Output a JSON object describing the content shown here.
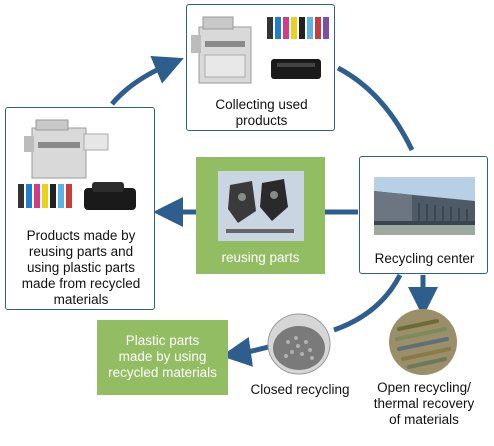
{
  "nodes": {
    "collecting": {
      "label": "Collecting used\nproducts"
    },
    "products": {
      "label": "Products made by\nreusing parts and\nusing plastic parts\nmade from recycled\nmaterials"
    },
    "reusing": {
      "label": "reusing parts"
    },
    "recycling_center": {
      "label": "Recycling center"
    },
    "plastic_parts": {
      "label": "Plastic parts\nmade by using\nrecycled materials"
    },
    "closed_recycling": {
      "label": "Closed recycling"
    },
    "open_recycling": {
      "label": "Open recycling/\nthermal recovery\nof materials"
    }
  },
  "colors": {
    "arrow": "#2e5e8e",
    "box_border": "#2f5f8f",
    "green_box": "#93bd62",
    "green_text": "#ffffff"
  }
}
